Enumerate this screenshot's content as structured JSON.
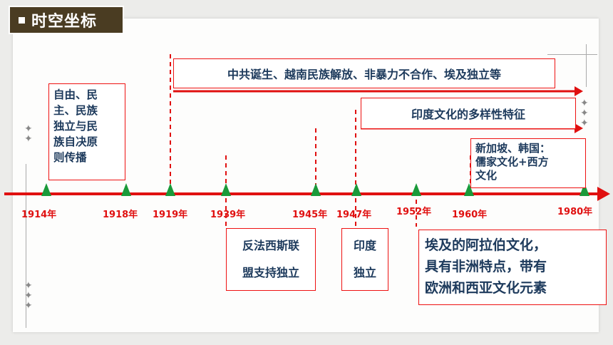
{
  "header": {
    "title": "时空坐标"
  },
  "timeline": {
    "years": [
      "1914年",
      "1918年",
      "1919年",
      "1939年",
      "1945年",
      "1947年",
      "1952年",
      "1960年",
      "1980年"
    ]
  },
  "events": {
    "top_span": "中共诞生、越南民族解放、非暴力不合作、埃及独立等",
    "india_span": "印度文化的多样性特征",
    "note_1914": [
      "自由、民",
      "主、民族",
      "独立与民",
      "族自决原",
      "则传播"
    ],
    "note_1960": [
      "新加坡、韩国：",
      "儒家文化+西方",
      "文化"
    ],
    "note_1939": [
      "反法西斯联",
      "盟支持独立"
    ],
    "note_1947": [
      "印度",
      "独立"
    ],
    "note_1952": [
      "埃及的阿拉伯文化，",
      "具有非洲特点，带有",
      "欧洲和西亚文化元素"
    ]
  },
  "colors": {
    "accent": "#e01010",
    "marker": "#1a9a3a",
    "title_bg": "#4a3c22",
    "text": "#1d3a5c"
  }
}
